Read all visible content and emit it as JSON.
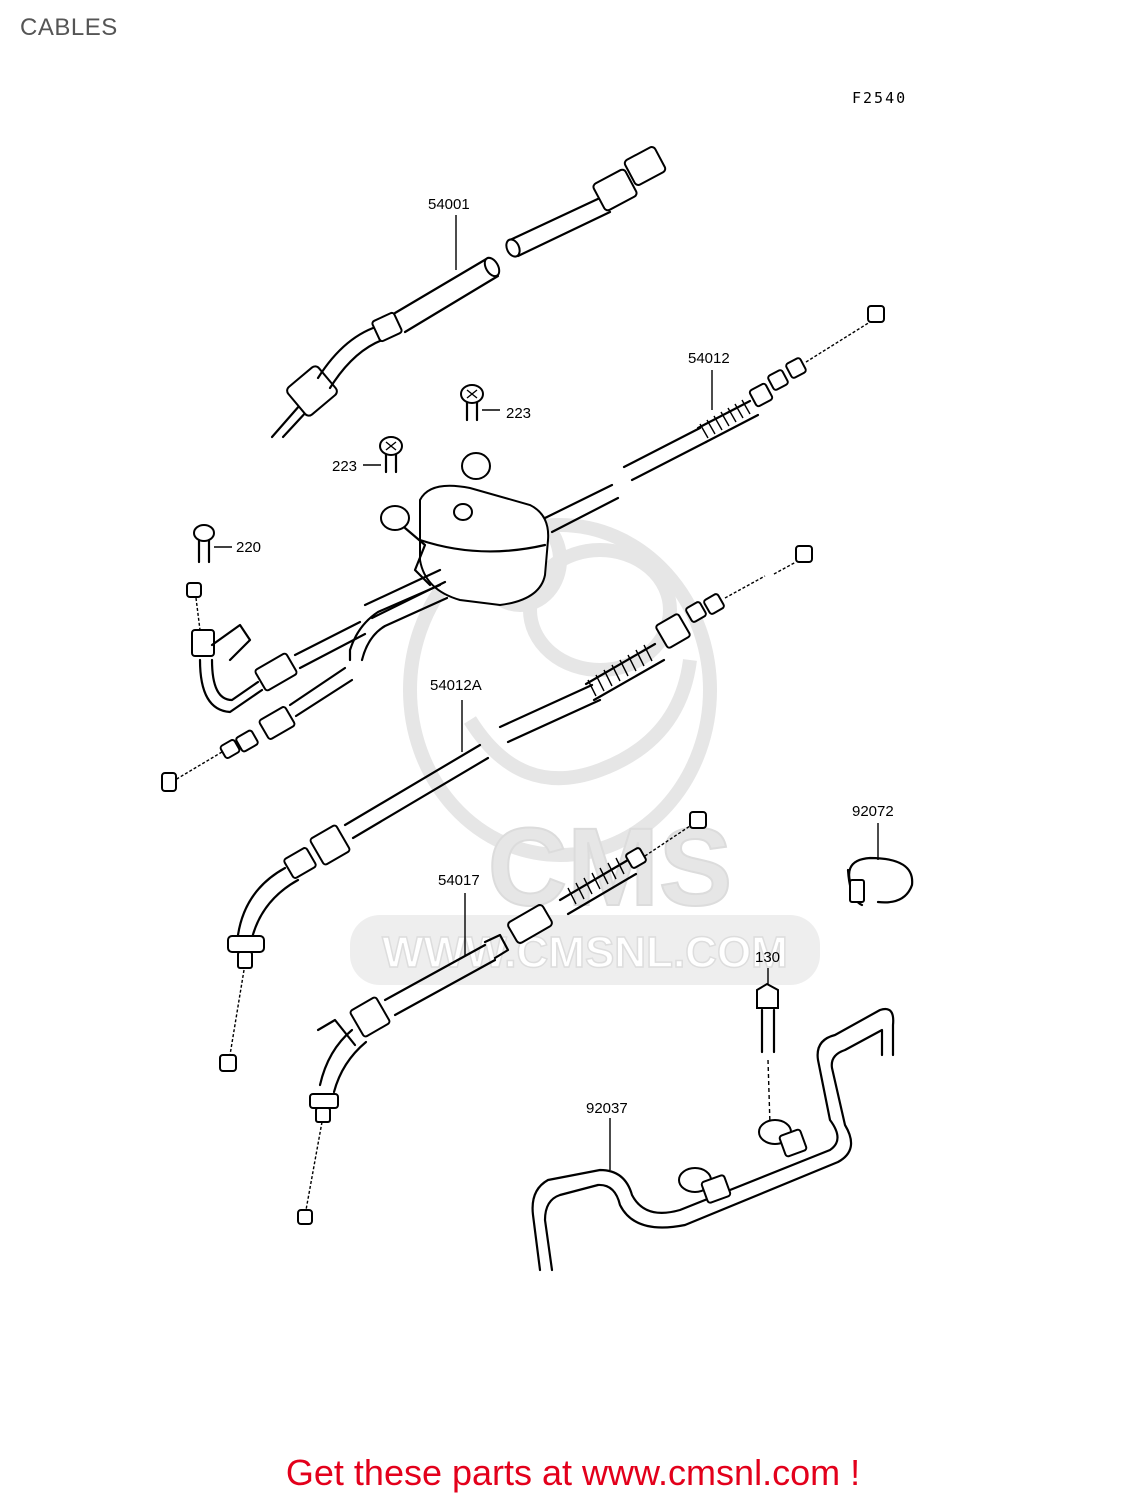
{
  "title": "CABLES",
  "figure_code": "F2540",
  "watermark": {
    "brand": "CMS",
    "url": "WWW.CMSNL.COM",
    "color": "#e8e8e8"
  },
  "parts": [
    {
      "number": "54001"
    },
    {
      "number": "54012"
    },
    {
      "number": "223"
    },
    {
      "number": "223"
    },
    {
      "number": "220"
    },
    {
      "number": "54012A"
    },
    {
      "number": "92072"
    },
    {
      "number": "54017"
    },
    {
      "number": "130"
    },
    {
      "number": "92037"
    }
  ],
  "footer": {
    "text": "Get these parts at www.cmsnl.com !",
    "color": "#e3001b"
  }
}
